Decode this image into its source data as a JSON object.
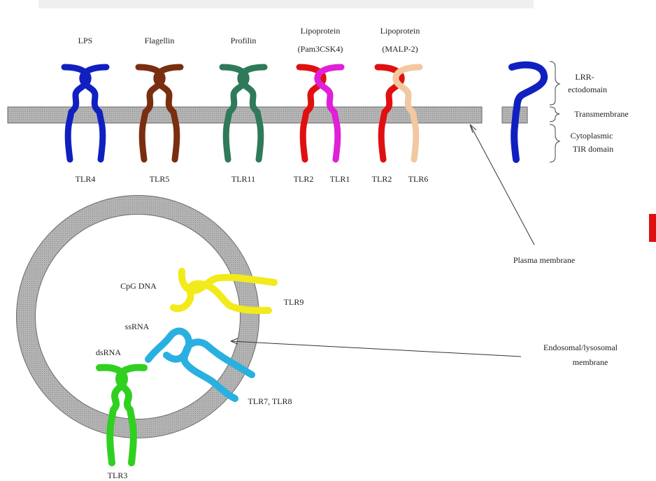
{
  "colors": {
    "tlr4": "#1020c0",
    "tlr5": "#7a2e10",
    "tlr11": "#2e7a5a",
    "tlr2": "#e01010",
    "tlr1": "#e020d8",
    "tlr6": "#f2c8a0",
    "tlr9": "#f2ea1a",
    "tlr78": "#2ab0e0",
    "tlr3": "#30d020",
    "membrane_fill": "#a8a8a8",
    "membrane_stroke": "#6a6a6a",
    "edge_mark": "#e01010"
  },
  "surface": {
    "ligands": {
      "lps": "LPS",
      "flagellin": "Flagellin",
      "profilin": "Profilin",
      "lipo1_line1": "Lipoprotein",
      "lipo1_line2": "(Pam3CSK4)",
      "lipo2_line1": "Lipoprotein",
      "lipo2_line2": "(MALP-2)"
    },
    "receptors": {
      "tlr4": "TLR4",
      "tlr5": "TLR5",
      "tlr11": "TLR11",
      "tlr2a": "TLR2",
      "tlr1": "TLR1",
      "tlr2b": "TLR2",
      "tlr6": "TLR6"
    }
  },
  "legend": {
    "lrr_line1": "LRR-",
    "lrr_line2": "ectodomain",
    "transmembrane": "Transmembrane",
    "cyto_line1": "Cytoplasmic",
    "cyto_line2": "TIR domain"
  },
  "callouts": {
    "plasma_membrane": "Plasma membrane",
    "endo_line1": "Endosomal/lysosomal",
    "endo_line2": "membrane"
  },
  "endosome": {
    "ligands": {
      "cpg": "CpG DNA",
      "ssrna": "ssRNA",
      "dsrna": "dsRNA"
    },
    "receptors": {
      "tlr9": "TLR9",
      "tlr78": "TLR7, TLR8",
      "tlr3": "TLR3"
    }
  }
}
